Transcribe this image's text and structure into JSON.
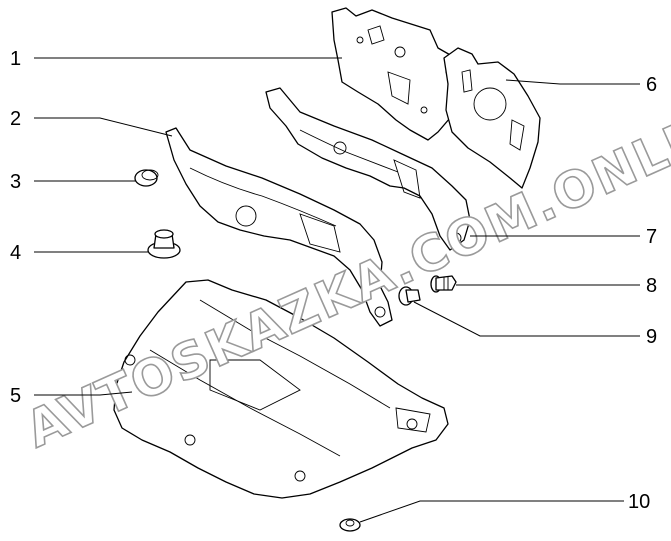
{
  "callouts": [
    {
      "id": "1",
      "label": "1"
    },
    {
      "id": "2",
      "label": "2"
    },
    {
      "id": "3",
      "label": "3"
    },
    {
      "id": "4",
      "label": "4"
    },
    {
      "id": "5",
      "label": "5"
    },
    {
      "id": "6",
      "label": "6"
    },
    {
      "id": "7",
      "label": "7"
    },
    {
      "id": "8",
      "label": "8"
    },
    {
      "id": "9",
      "label": "9"
    },
    {
      "id": "10",
      "label": "10"
    }
  ],
  "watermark": {
    "text": "AVTOSKAZKA.COM.ONLINE"
  }
}
